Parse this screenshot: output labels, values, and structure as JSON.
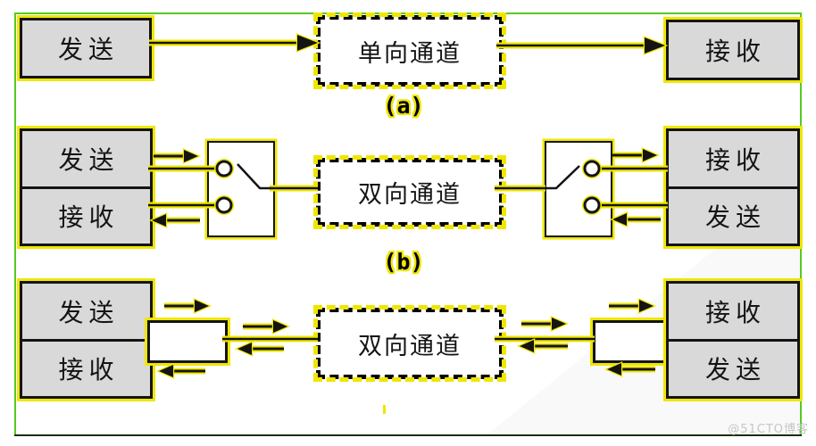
{
  "colors": {
    "halo_yellow": "#efe600",
    "frame_green": "#54cb20",
    "box_fill": "#d9d9d9",
    "ink": "#141414",
    "watermark_gray": "#c6c6c6"
  },
  "rows": {
    "a": {
      "left_label": "发送",
      "channel_label": "单向通道",
      "right_label": "接收",
      "caption": "(a)"
    },
    "b": {
      "left_top": "发送",
      "left_bottom": "接收",
      "channel_label": "双向通道",
      "right_top": "接收",
      "right_bottom": "发送",
      "caption": "(b)"
    },
    "c": {
      "left_top": "发送",
      "left_bottom": "接收",
      "channel_label": "双向通道",
      "right_top": "接收",
      "right_bottom": "发送"
    }
  },
  "watermark": {
    "text": "@51CTO博客"
  }
}
